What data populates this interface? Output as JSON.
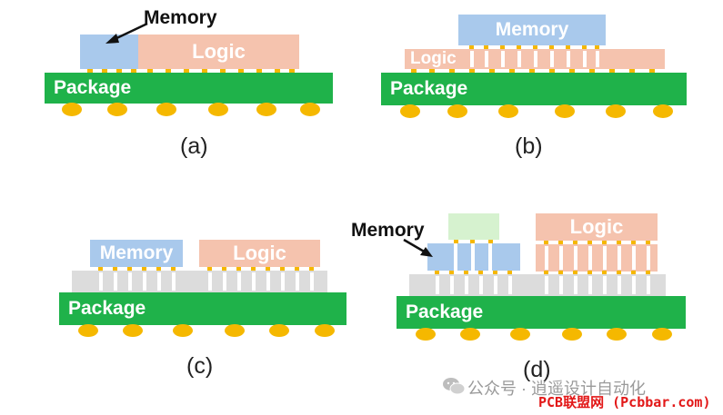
{
  "labels": {
    "a": "(a)",
    "b": "(b)",
    "c": "(c)",
    "d": "(d)",
    "memory": "Memory",
    "logic": "Logic",
    "package": "Package"
  },
  "watermark": {
    "account": "公众号 · 逍遥设计自动化",
    "site": "PCB联盟网 (Pcbbar.com)"
  },
  "colors": {
    "package": "#1fb24a",
    "logic": "#f5c3ae",
    "memory": "#a9c9ec",
    "bump": "#f5b800",
    "interposer": "#dcdcdc"
  }
}
